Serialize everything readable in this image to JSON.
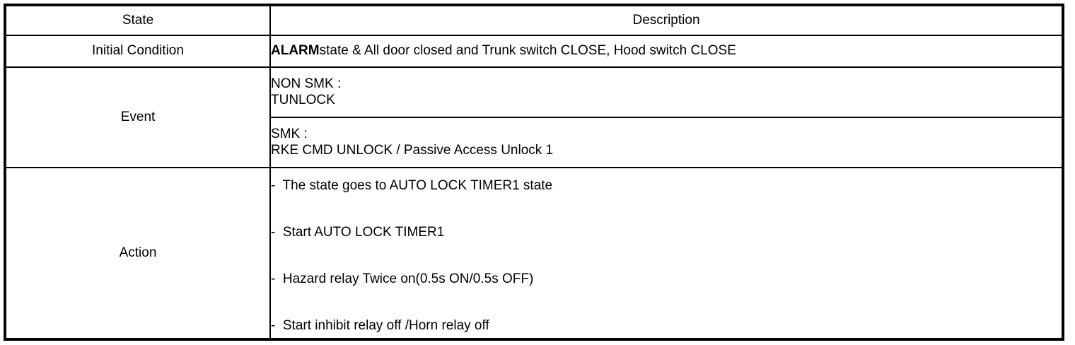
{
  "table": {
    "headers": {
      "state": "State",
      "description": "Description"
    },
    "rows": {
      "initial_condition": {
        "label": "Initial Condition",
        "description_bold": "ALARM",
        "description_rest": "state & All door closed and Trunk switch CLOSE, Hood switch CLOSE"
      },
      "event": {
        "label": "Event",
        "non_smk": {
          "line1": "NON SMK :",
          "line2": "TUNLOCK"
        },
        "smk": {
          "line1": "SMK :",
          "line2": "RKE CMD UNLOCK / Passive Access Unlock 1"
        }
      },
      "action": {
        "label": "Action",
        "items": [
          "-  The state goes to AUTO LOCK TIMER1 state",
          "-  Start AUTO LOCK TIMER1",
          "-  Hazard relay Twice on(0.5s ON/0.5s OFF)",
          "-  Start inhibit relay off /Horn relay off"
        ]
      }
    }
  },
  "colors": {
    "border": "#000000",
    "text": "#000000",
    "background": "#ffffff"
  }
}
